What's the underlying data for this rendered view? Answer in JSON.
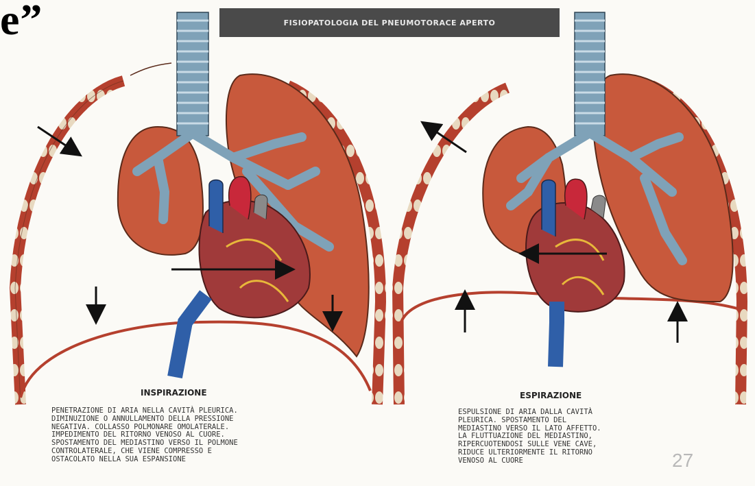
{
  "slide": {
    "title_fragment": "e”",
    "page_number": "27"
  },
  "figure": {
    "title": "FISIOPATOLOGIA DEL PNEUMOTORACE APERTO",
    "left_panel": {
      "label": "INSPIRAZIONE",
      "caption_lines": [
        "PENETRAZIONE DI ARIA NELLA CAVITÀ PLEURICA.",
        "DIMINUZIONE O ANNULLAMENTO DELLA PRESSIONE",
        "NEGATIVA. COLLASSO POLMONARE OMOLATERALE.",
        "IMPEDIMENTO DEL RITORNO VENOSO AL CUORE.",
        "SPOSTAMENTO DEL MEDIASTINO VERSO IL POLMONE",
        "CONTROLATERALE, CHE VIENE COMPRESSO E",
        "OSTACOLATO NELLA SUA ESPANSIONE"
      ]
    },
    "right_panel": {
      "label": "ESPIRAZIONE",
      "caption_lines": [
        "ESPULSIONE DI ARIA DALLA CAVITÀ",
        "PLEURICA. SPOSTAMENTO DEL",
        "MEDIASTINO VERSO IL LATO AFFETTO.",
        "LA FLUTTUAZIONE DEL MEDIASTINO,",
        "RIPERCUOTENDOSI SULLE VENE CAVE,",
        "RIDUCE ULTERIORMENTE IL RITORNO",
        "VENOSO AL CUORE"
      ]
    }
  },
  "colors": {
    "lung": "#c8593c",
    "lung_outline": "#5a2a1a",
    "trachea": "#7fa2b8",
    "vena_cava": "#2f5fa8",
    "aorta": "#c8283a",
    "heart": "#a03a3a",
    "diaphragm": "#b5402e",
    "rib": "#e8d9c0",
    "banner": "#4a4a4a"
  }
}
